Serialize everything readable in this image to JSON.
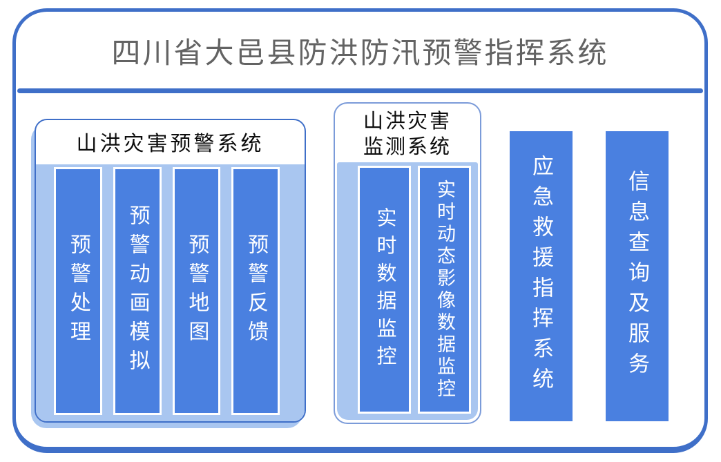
{
  "page_title": "四川省大邑县防洪防汛预警指挥系统",
  "groups": [
    {
      "title": "山洪灾害预警系统",
      "bars": [
        "预警处理",
        "预警动画模拟",
        "预警地图",
        "预警反馈"
      ]
    },
    {
      "title_lines": [
        "山洪灾害",
        "监测系统"
      ],
      "bars": [
        "实时数据监控",
        "实时动态影像数据监控"
      ]
    }
  ],
  "standalone_bars": [
    "应急救援指挥系统",
    "信息查询及服务"
  ],
  "colors": {
    "frame_blue": "#3f6fc8",
    "bar_blue": "#4a80e0",
    "light_blue": "#a9c6f0",
    "title_gray": "#636363",
    "bar_text": "#ffffff"
  }
}
